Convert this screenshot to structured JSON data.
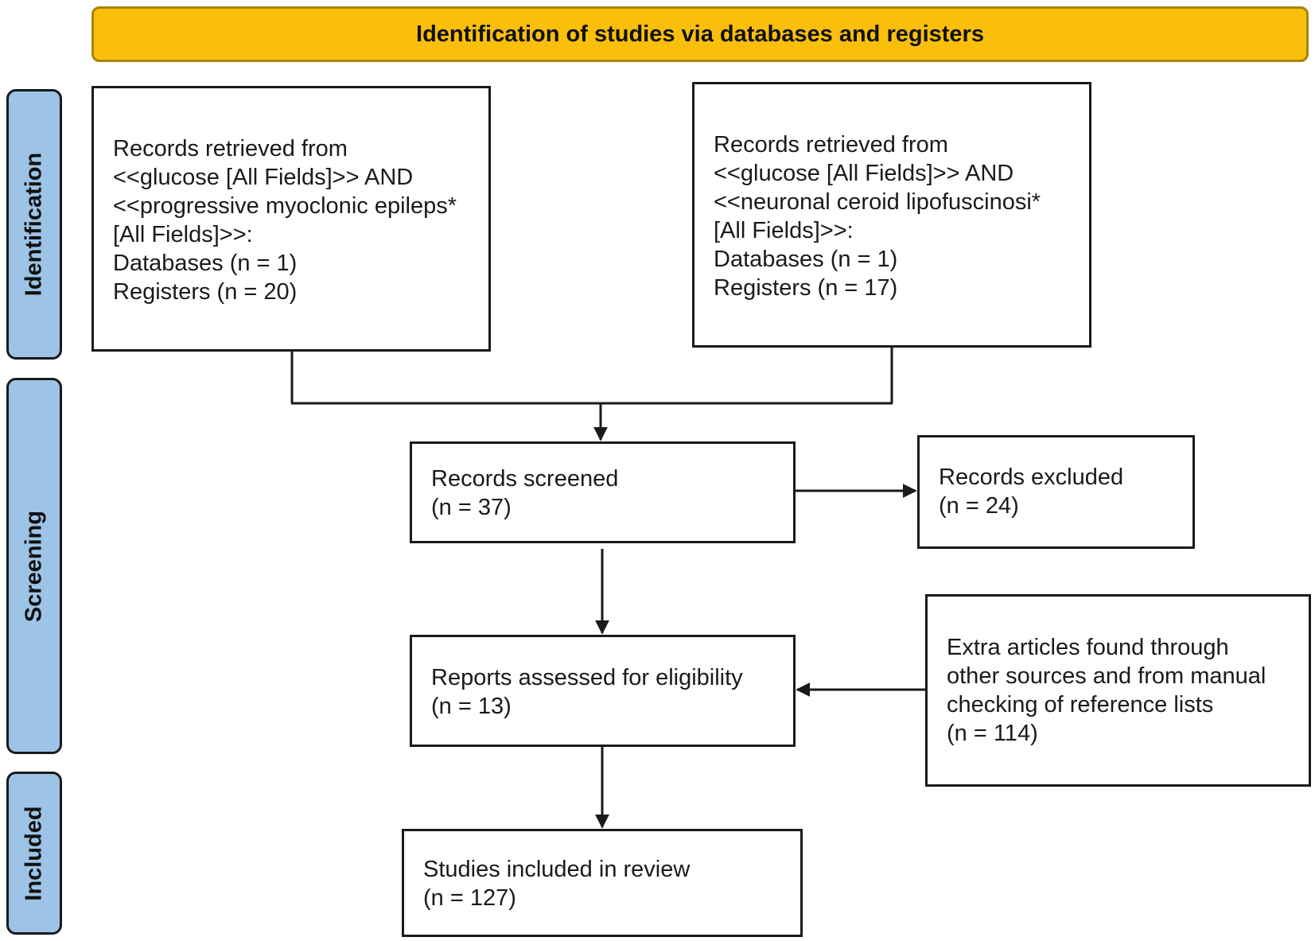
{
  "banner": {
    "title": "Identification of studies via databases and registers"
  },
  "phases": {
    "identification": "Identification",
    "screening": "Screening",
    "included": "Included"
  },
  "boxes": {
    "records_left": {
      "lines": [
        "Records retrieved from",
        "<<glucose [All Fields]>> AND",
        "<<progressive myoclonic epileps*",
        "[All Fields]>>:",
        "Databases (n = 1)",
        "Registers (n = 20)"
      ]
    },
    "records_right": {
      "lines": [
        "Records retrieved from",
        "<<glucose [All Fields]>> AND",
        "<<neuronal ceroid lipofuscinosi*",
        "[All Fields]>>:",
        "Databases (n = 1)",
        "Registers (n = 17)"
      ]
    },
    "screened": {
      "lines": [
        "Records screened",
        "(n = 37)"
      ]
    },
    "excluded": {
      "lines": [
        "Records excluded",
        "(n = 24)"
      ]
    },
    "eligibility": {
      "lines": [
        "Reports assessed for eligibility",
        "(n = 13)"
      ]
    },
    "extra": {
      "lines": [
        "Extra articles found through",
        "other sources and from manual",
        "checking of reference lists",
        "(n = 114)"
      ]
    },
    "included": {
      "lines": [
        "Studies included in review",
        "(n = 127)"
      ]
    }
  }
}
